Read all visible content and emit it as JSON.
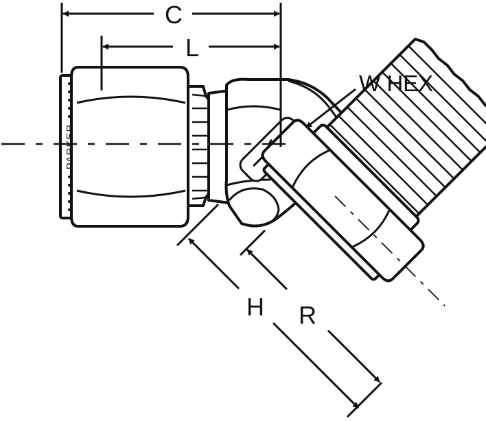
{
  "dimensions": {
    "C": "C",
    "L": "L",
    "W": "W HEX",
    "H": "H",
    "R": "R"
  },
  "brand_mark": "PARKER"
}
